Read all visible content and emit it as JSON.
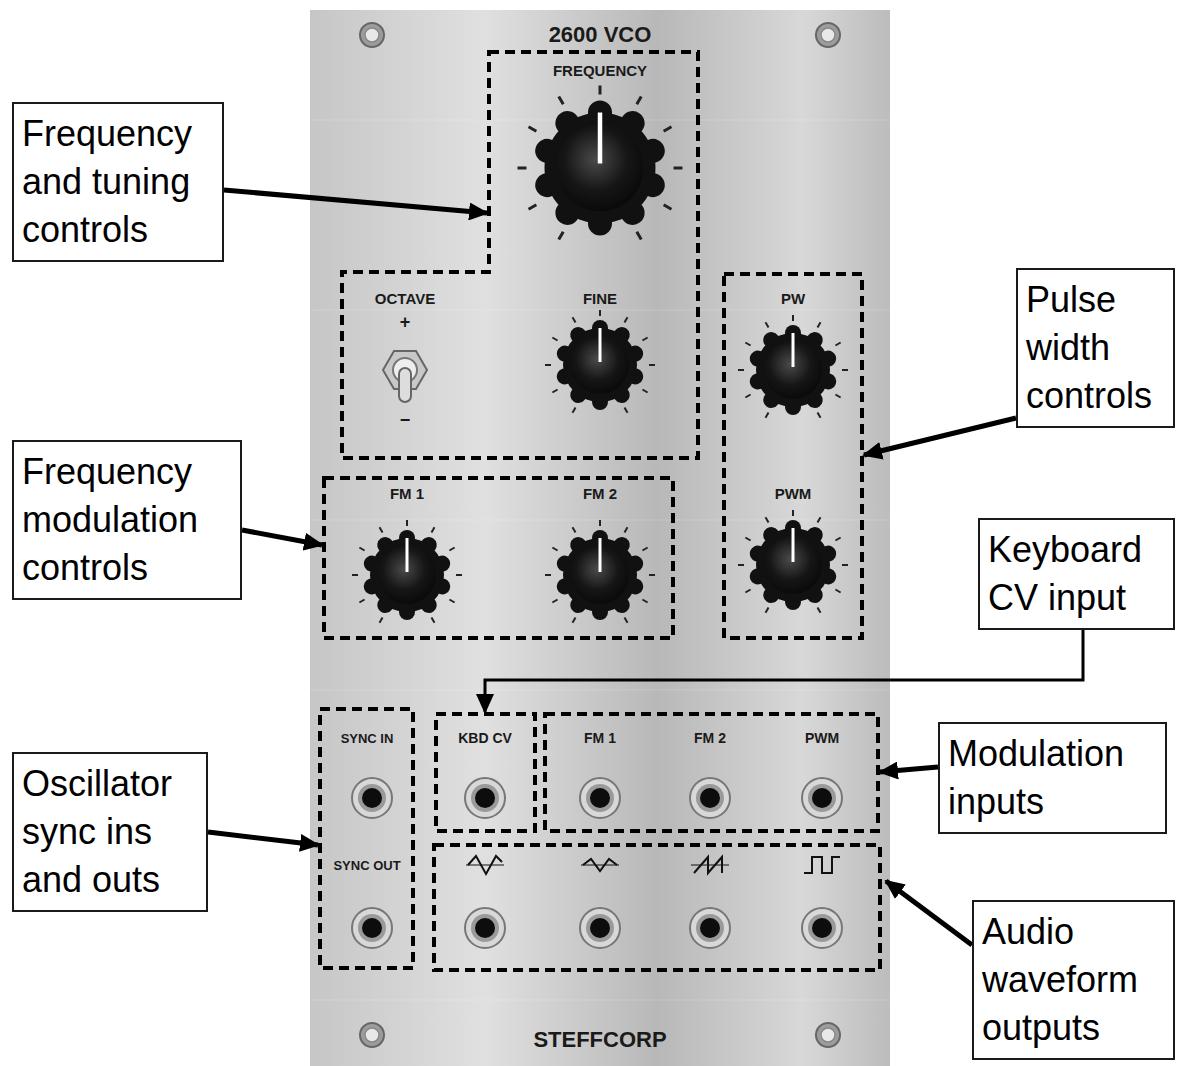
{
  "diagram": {
    "nodes": [
      {
        "text": [
          "2600 VCO",
          "STEFFCORP"
        ]
      },
      {
        "text": [
          "FREQUENCY",
          "OCTAVE",
          "+",
          "−",
          "FINE"
        ],
        "in": 0
      },
      {
        "text": [
          "PW",
          "PWM"
        ],
        "in": 0
      },
      {
        "text": [
          "FM 1",
          "FM 2"
        ],
        "in": 0
      },
      {
        "text": [
          "SYNC IN",
          "SYNC OUT"
        ],
        "in": 0
      },
      {
        "text": [
          "KBD CV"
        ],
        "in": 0
      },
      {
        "text": [
          "FM 1",
          "FM 2",
          "PWM"
        ],
        "in": 0
      },
      {
        "text": [
          "Frequency and tuning controls"
        ]
      },
      {
        "text": [
          "Pulse width controls"
        ]
      },
      {
        "text": [
          "Frequency modulation controls"
        ]
      },
      {
        "text": [
          "Keyboard CV input"
        ]
      },
      {
        "text": [
          "Modulation inputs"
        ]
      },
      {
        "text": [
          "Oscillator sync ins and outs"
        ]
      },
      {
        "text": [
          "Audio waveform outputs"
        ]
      }
    ],
    "edges": [
      {
        "from": 7,
        "to": 1,
        "arrow": "to"
      },
      {
        "from": 8,
        "to": 2,
        "arrow": "to"
      },
      {
        "from": 9,
        "to": 3,
        "arrow": "to"
      },
      {
        "from": 10,
        "to": 5,
        "arrow": "to"
      },
      {
        "from": 11,
        "to": 6,
        "arrow": "to"
      },
      {
        "from": 12,
        "to": 4,
        "arrow": "to"
      }
    ]
  }
}
